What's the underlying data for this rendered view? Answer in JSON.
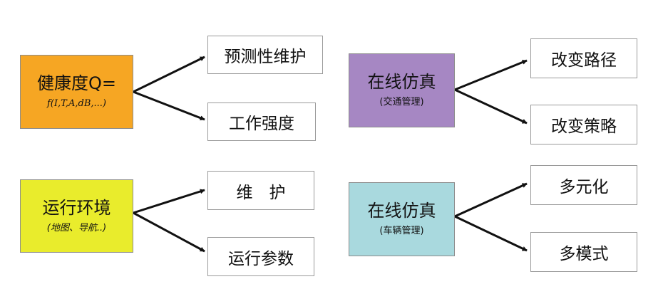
{
  "groups": [
    {
      "source": {
        "title": "健康度Q=",
        "subtitle": "f(I,T,A,dB,...)",
        "color": "#F6A623"
      },
      "targets": [
        "预测性维护",
        "工作强度"
      ]
    },
    {
      "source": {
        "title": "在线仿真",
        "subtitle": "(交通管理)",
        "color": "#A687C3"
      },
      "targets": [
        "改变路径",
        "改变策略"
      ]
    },
    {
      "source": {
        "title": "运行环境",
        "subtitle": "(地图、导航..)",
        "color": "#E9EC2C"
      },
      "targets": [
        "维　护",
        "运行参数"
      ]
    },
    {
      "source": {
        "title": "在线仿真",
        "subtitle": "(车辆管理)",
        "color": "#A9D9DE"
      },
      "targets": [
        "多元化",
        "多模式"
      ]
    }
  ]
}
